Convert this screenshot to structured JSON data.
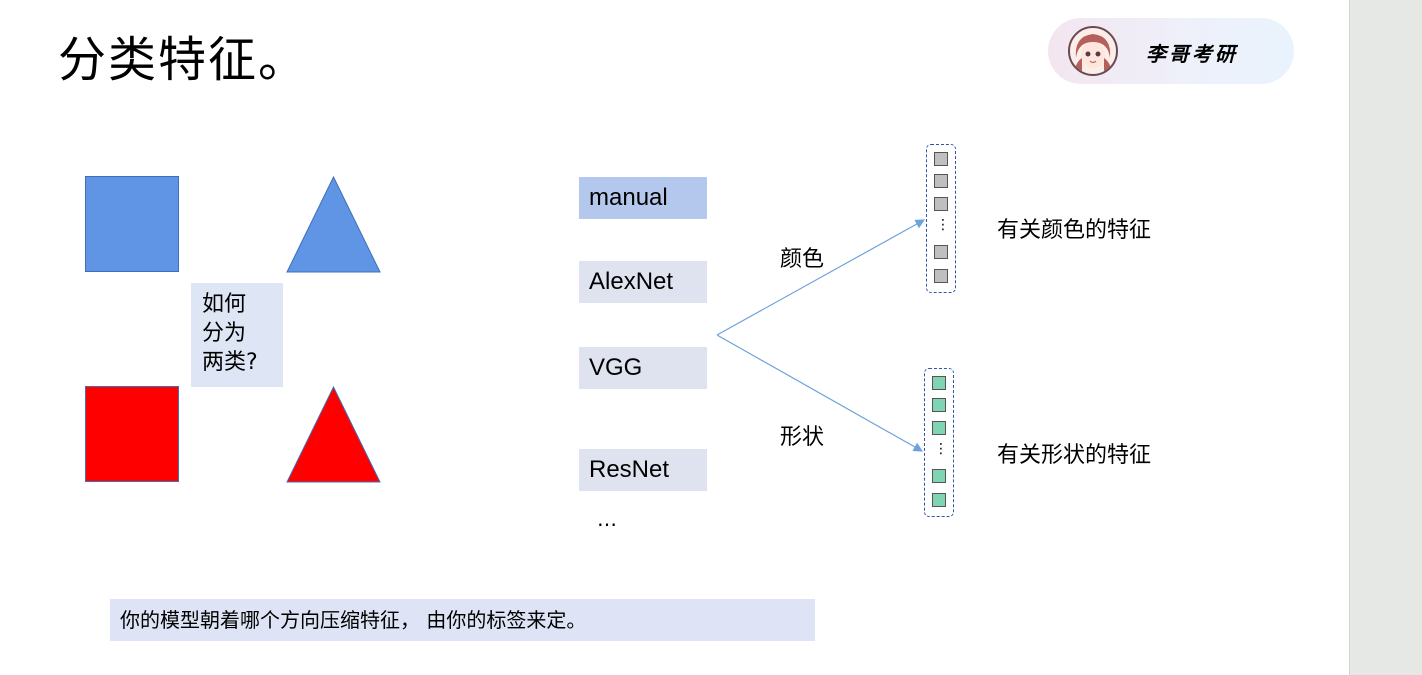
{
  "slide": {
    "title": "分类特征。",
    "badge_label": "李哥考研",
    "question_lines": [
      "如何",
      "分为",
      "两类?"
    ],
    "models": [
      "manual",
      "AlexNet",
      "VGG",
      "ResNet"
    ],
    "models_ellipsis": "…",
    "edge_labels": {
      "upper": "颜色",
      "lower": "形状"
    },
    "feature_labels": {
      "upper": "有关颜色的特征",
      "lower": "有关形状的特征"
    },
    "feature_vdots": "⋮",
    "caption": "你的模型朝着哪个方向压缩特征， 由你的标签来定。"
  },
  "colors": {
    "blue_shape": "#5f95e4",
    "red_shape": "#ff0000",
    "gray_cell": "#bfbfbf",
    "green_cell": "#7fd4b4",
    "arrow": "#6ea2dc",
    "dashed_border": "#2f55a8"
  },
  "shapes": [
    {
      "kind": "square",
      "color": "blue"
    },
    {
      "kind": "triangle",
      "color": "blue"
    },
    {
      "kind": "square",
      "color": "red"
    },
    {
      "kind": "triangle",
      "color": "red"
    }
  ]
}
